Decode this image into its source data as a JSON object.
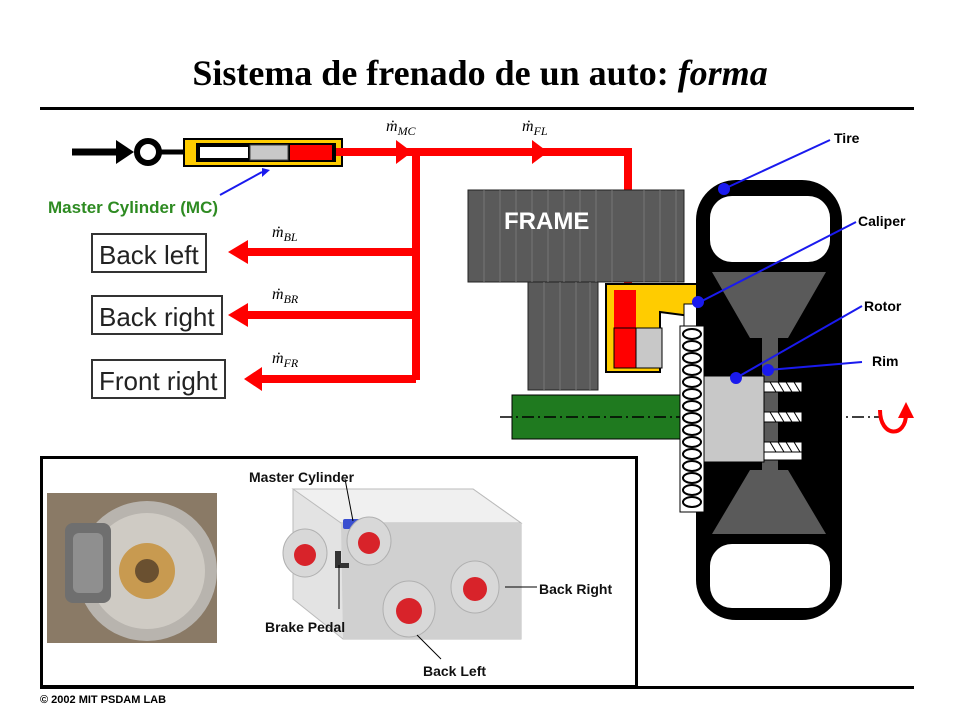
{
  "title": {
    "main": "Sistema de frenado de un auto: ",
    "emph": "forma"
  },
  "labels": {
    "master_cylinder": "Master Cylinder (MC)",
    "frame": "FRAME",
    "tire": "Tire",
    "caliper": "Caliper",
    "rotor": "Rotor",
    "rim": "Rim"
  },
  "outputs": {
    "back_left": "Back left",
    "back_right": "Back right",
    "front_right": "Front right"
  },
  "flows": {
    "mc": {
      "sym": "ṁ",
      "sub": "MC"
    },
    "fl": {
      "sym": "ṁ",
      "sub": "FL"
    },
    "bl": {
      "sym": "ṁ",
      "sub": "BL"
    },
    "br": {
      "sym": "ṁ",
      "sub": "BR"
    },
    "fr": {
      "sym": "ṁ",
      "sub": "FR"
    }
  },
  "inset": {
    "master_cylinder": "Master Cylinder",
    "back_right": "Back Right",
    "brake_pedal": "Brake Pedal",
    "back_left": "Back Left"
  },
  "copyright": "© 2002 MIT PSDAM LAB",
  "colors": {
    "pipe": "#ff0000",
    "label_green": "#2e8b22",
    "pointer_blue": "#1a1aee",
    "caliper": "#ffcc00",
    "frame": "#555555",
    "axle": "#1f7a1f"
  }
}
